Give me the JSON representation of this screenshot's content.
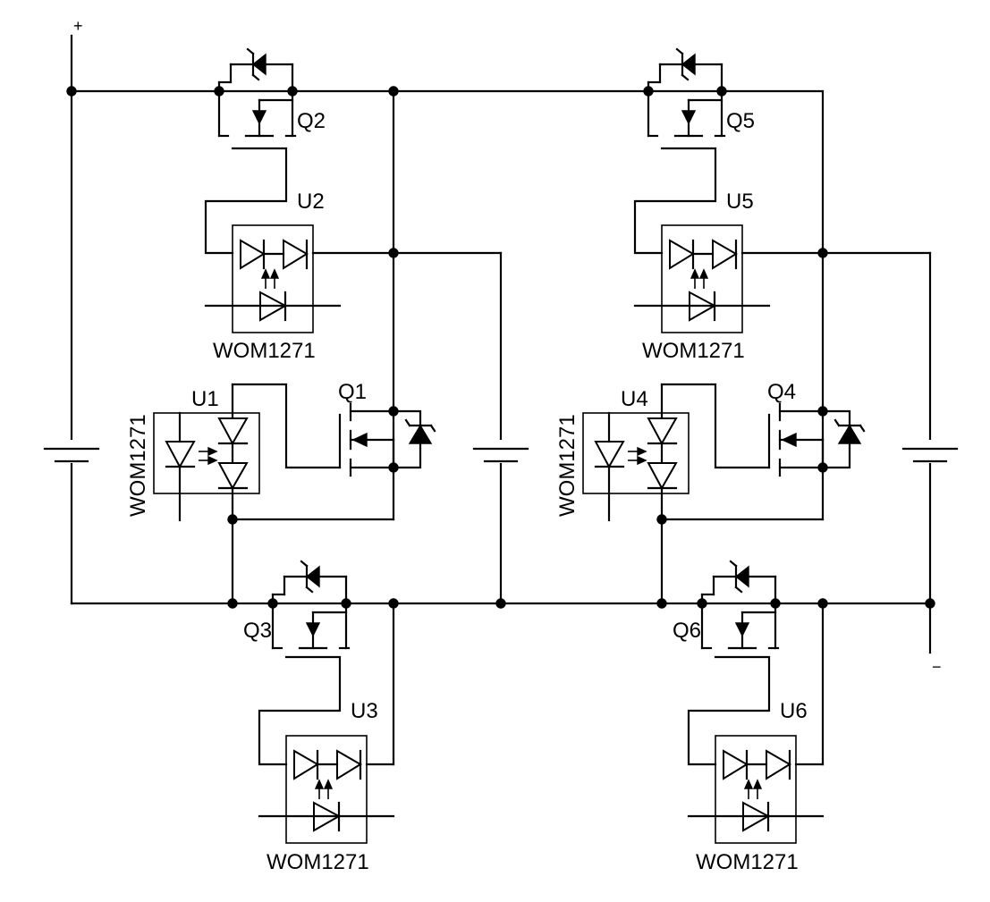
{
  "terminals": {
    "positive": "+",
    "negative": "−"
  },
  "labels": {
    "q1": "Q1",
    "q2": "Q2",
    "q3": "Q3",
    "q4": "Q4",
    "q5": "Q5",
    "q6": "Q6",
    "u1": "U1",
    "u2": "U2",
    "u3": "U3",
    "u4": "U4",
    "u5": "U5",
    "u6": "U6"
  },
  "parts": {
    "u1": "WOM1271",
    "u2": "WOM1271",
    "u3": "WOM1271",
    "u4": "WOM1271",
    "u5": "WOM1271",
    "u6": "WOM1271"
  }
}
